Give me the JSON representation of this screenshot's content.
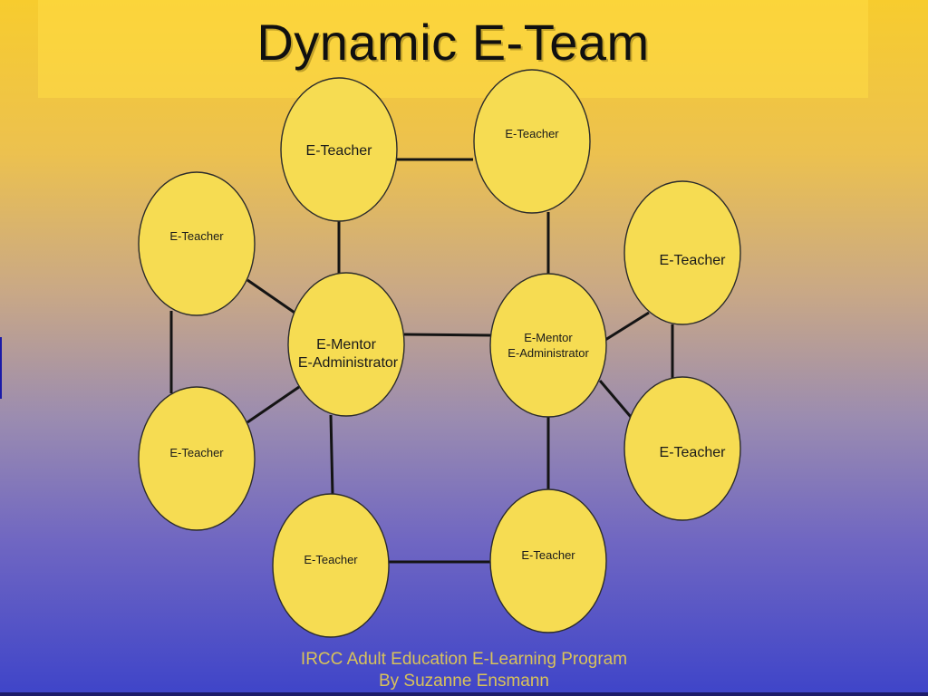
{
  "slide": {
    "title": "Dynamic E-Team",
    "footer_line1": "IRCC Adult Education E-Learning Program",
    "footer_line2": "By Suzanne Ensmann"
  },
  "nodes": [
    {
      "id": "teacher-top-left",
      "lines": [
        "E-Teacher"
      ]
    },
    {
      "id": "teacher-top-right",
      "lines": [
        "E-Teacher"
      ]
    },
    {
      "id": "teacher-left-upper",
      "lines": [
        "E-Teacher"
      ]
    },
    {
      "id": "mentor-left",
      "lines": [
        "E-Mentor",
        "E-Administrator"
      ]
    },
    {
      "id": "mentor-right",
      "lines": [
        "E-Mentor",
        "E-Administrator"
      ]
    },
    {
      "id": "teacher-right-upper",
      "lines": [
        "E-Teacher"
      ]
    },
    {
      "id": "teacher-left-lower",
      "lines": [
        "E-Teacher"
      ]
    },
    {
      "id": "teacher-right-lower",
      "lines": [
        "E-Teacher"
      ]
    },
    {
      "id": "teacher-bottom-left",
      "lines": [
        "E-Teacher"
      ]
    },
    {
      "id": "teacher-bottom-right",
      "lines": [
        "E-Teacher"
      ]
    }
  ],
  "edges": [
    [
      "teacher-top-left",
      "teacher-top-right"
    ],
    [
      "teacher-top-left",
      "mentor-left"
    ],
    [
      "teacher-top-right",
      "mentor-right"
    ],
    [
      "teacher-left-upper",
      "mentor-left"
    ],
    [
      "teacher-left-upper",
      "teacher-left-lower"
    ],
    [
      "teacher-left-lower",
      "mentor-left"
    ],
    [
      "mentor-left",
      "mentor-right"
    ],
    [
      "mentor-left",
      "teacher-bottom-left"
    ],
    [
      "mentor-right",
      "teacher-right-upper"
    ],
    [
      "mentor-right",
      "teacher-right-lower"
    ],
    [
      "teacher-right-upper",
      "teacher-right-lower"
    ],
    [
      "mentor-right",
      "teacher-bottom-right"
    ],
    [
      "teacher-bottom-left",
      "teacher-bottom-right"
    ]
  ]
}
